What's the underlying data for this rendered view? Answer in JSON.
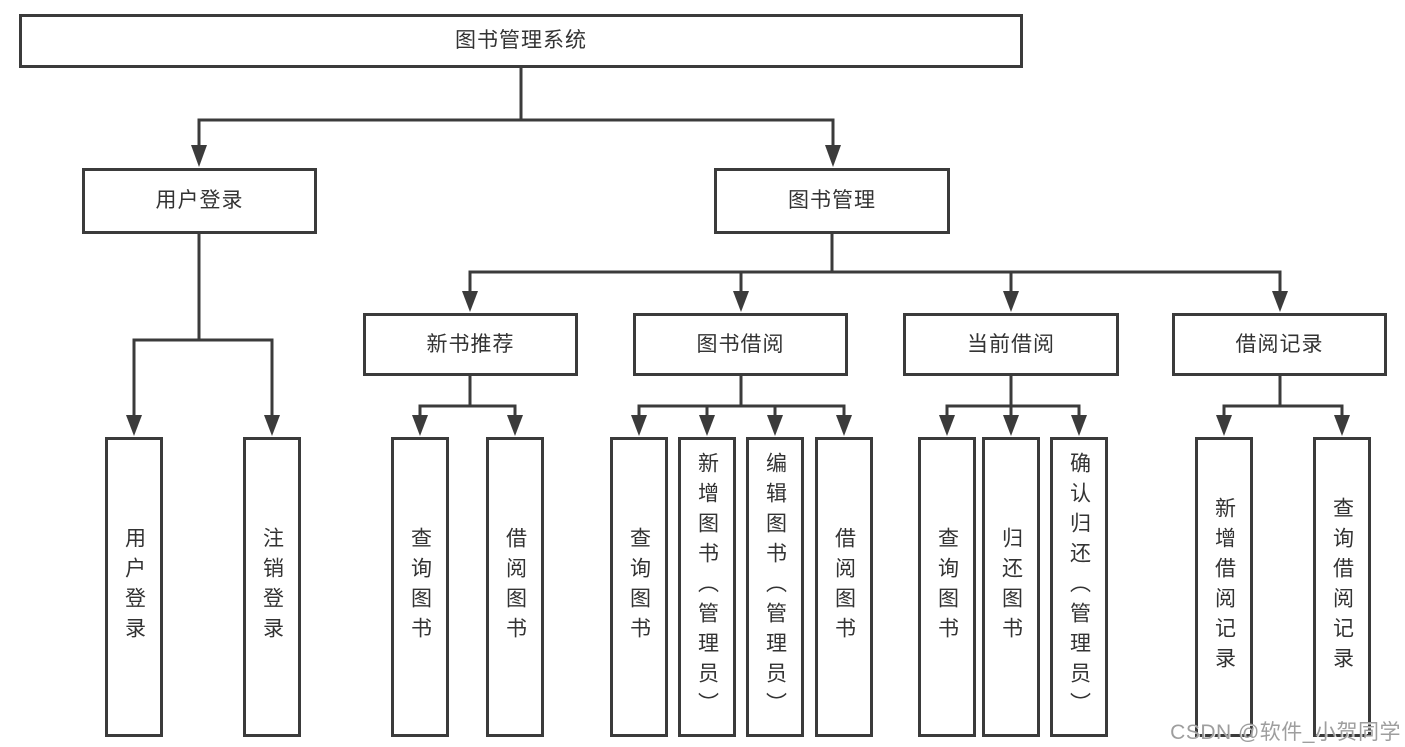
{
  "diagram": {
    "root": "图书管理系统",
    "level1": [
      {
        "label": "用户登录",
        "leaves": [
          "用户登录",
          "注销登录"
        ]
      },
      {
        "label": "图书管理",
        "sections": [
          {
            "label": "新书推荐",
            "leaves": [
              "查询图书",
              "借阅图书"
            ]
          },
          {
            "label": "图书借阅",
            "leaves": [
              "查询图书",
              "新增图书（管理员）",
              "编辑图书（管理员）",
              "借阅图书"
            ]
          },
          {
            "label": "当前借阅",
            "leaves": [
              "查询图书",
              "归还图书",
              "确认归还（管理员）"
            ]
          },
          {
            "label": "借阅记录",
            "leaves": [
              "新增借阅记录",
              "查询借阅记录"
            ]
          }
        ]
      }
    ]
  },
  "watermark": {
    "text": "CSDN @软件_小贺同学"
  },
  "colors": {
    "line": "#3b3b3b",
    "text": "#333333",
    "box_background": "#ffffff",
    "watermark_text": "#9e9e9e",
    "background": "#ffffff"
  }
}
